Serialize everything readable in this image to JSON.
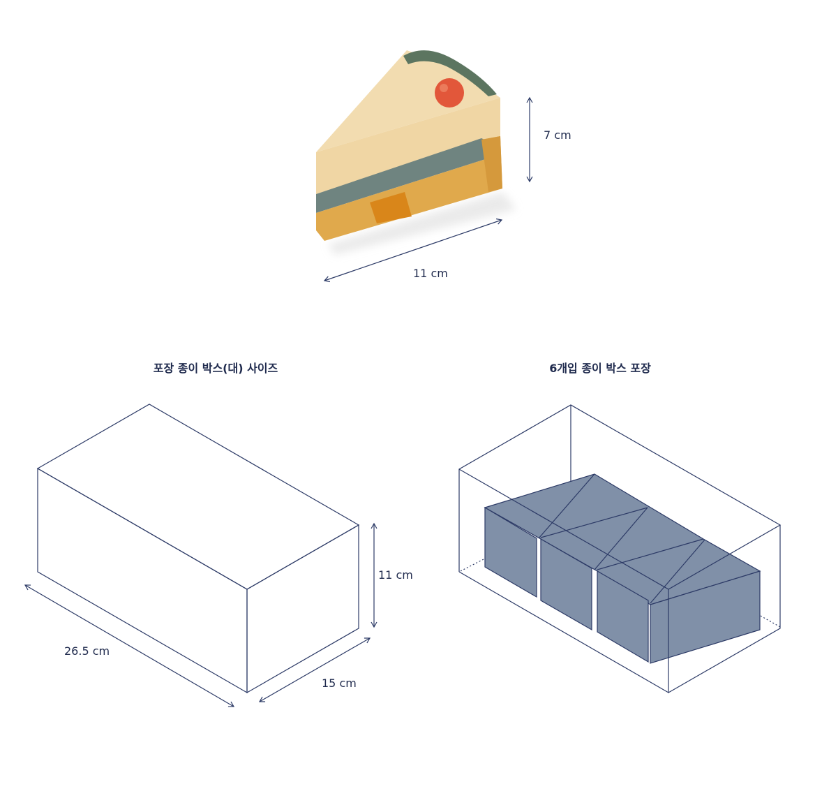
{
  "cake": {
    "height_label": "7 cm",
    "length_label": "11 cm"
  },
  "box_large": {
    "title": "포장 종이 박스(대) 사이즈",
    "length_label": "26.5 cm",
    "width_label": "15 cm",
    "height_label": "11 cm"
  },
  "box_six": {
    "title": "6개입 종이 박스 포장"
  },
  "colors": {
    "line": "#2c3a66",
    "slice_fill": "#8090a8"
  }
}
